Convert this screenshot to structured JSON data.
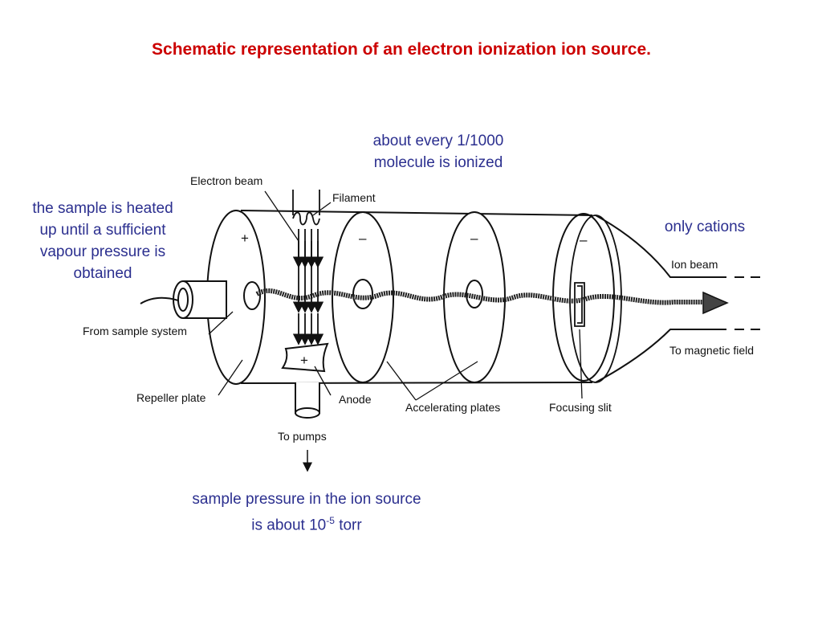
{
  "title": "Schematic representation of an electron ionization ion source.",
  "colors": {
    "title": "#cc0000",
    "note": "#2b2f8f",
    "line": "#111111"
  },
  "notes": {
    "ionized_line1": "about every 1/1000",
    "ionized_line2": "molecule is ionized",
    "heated_line1": "the sample is heated",
    "heated_line2": "up until a sufficient",
    "heated_line3": "vapour pressure is",
    "heated_line4": "obtained",
    "cations": "only cations",
    "pressure_line1": "sample pressure in the ion source",
    "pressure_line2_pre": "is about 10",
    "pressure_line2_sup": "-5",
    "pressure_line2_post": " torr"
  },
  "labels": {
    "electron_beam": "Electron beam",
    "filament": "Filament",
    "ion_beam": "Ion beam",
    "from_sample": "From sample system",
    "to_magnetic": "To magnetic field",
    "repeller": "Repeller plate",
    "anode": "Anode",
    "accelerating": "Accelerating plates",
    "focusing": "Focusing slit",
    "to_pumps": "To pumps"
  },
  "signs": {
    "repeller": "+",
    "plate1": "–",
    "plate2": "–",
    "plate3": "–",
    "anode": "+"
  }
}
